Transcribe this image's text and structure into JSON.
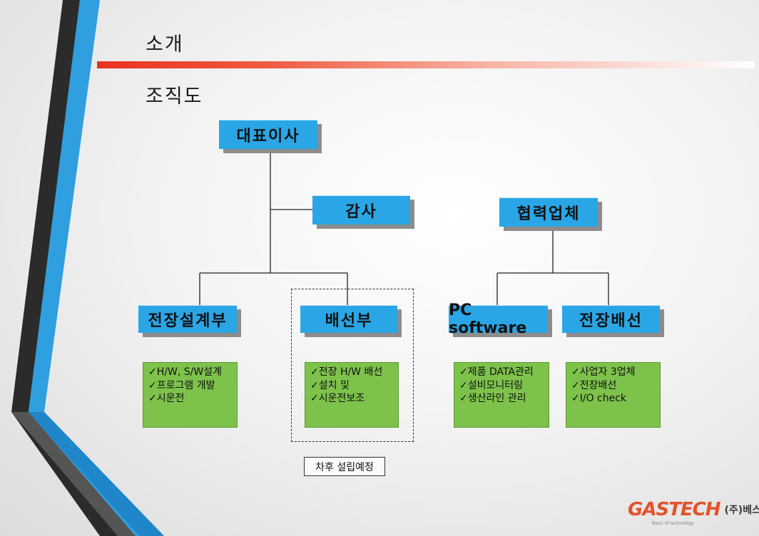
{
  "header": {
    "title": "소개",
    "subtitle": "조직도"
  },
  "org": {
    "ceo": "대표이사",
    "audit": "감사",
    "partner": "협력업체",
    "depts": {
      "design": "전장설계부",
      "wiring": "배선부",
      "pc": "PC software",
      "wiring_partner": "전장배선"
    },
    "notes": {
      "design": [
        "✓H/W, S/W설계",
        "✓프로그램 개발",
        "✓시운전"
      ],
      "wiring": [
        "✓전장 H/W 배선",
        "✓설치 및",
        "✓시운전보조"
      ],
      "pc": [
        "✓제품 DATA관리",
        "✓설비모니터링",
        "✓생산라인 관리"
      ],
      "wiring_partner": [
        "✓사업자 3업체",
        "✓전장배선",
        "✓I/O check"
      ]
    },
    "planned_label": "차후 설립예정"
  },
  "logo": {
    "mark": "GASTECH",
    "korean": "(주)베스텍",
    "tagline": "Basic of technology"
  },
  "colors": {
    "box": "#2aa6e6",
    "note": "#7dc24b",
    "accent": "#e8321e"
  }
}
